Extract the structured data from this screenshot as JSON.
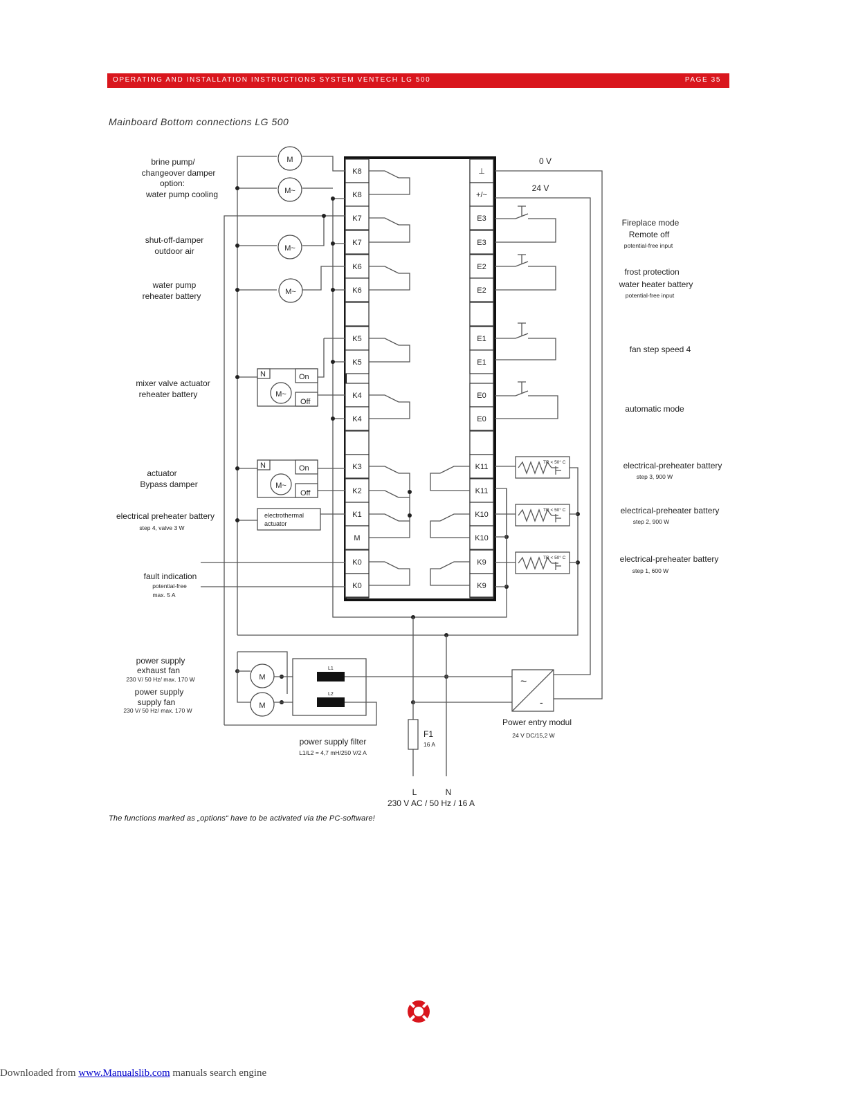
{
  "header": {
    "title": "OPERATING AND INSTALLATION INSTRUCTIONS SYSTEM VENTECH LG 500",
    "page": "PAGE 35",
    "accent_color": "#d9161d"
  },
  "section_title": "Mainboard Bottom connections LG 500",
  "diagram": {
    "left_labels": {
      "brine": [
        "brine pump/",
        "changeover damper",
        "option:",
        "water pump cooling"
      ],
      "shutoff": [
        "shut-off-damper",
        "outdoor air"
      ],
      "waterpump": [
        "water pump",
        "reheater battery"
      ],
      "mixer": [
        "mixer valve actuator",
        "reheater battery"
      ],
      "bypass": [
        "actuator",
        "Bypass damper"
      ],
      "preheater": "electrical preheater battery",
      "preheater_sub": "step 4, valve 3 W",
      "fault": "fault indication",
      "fault_sub": [
        "potential-free",
        "max. 5 A"
      ],
      "psu_exhaust": [
        "power supply",
        "exhaust fan"
      ],
      "psu_exhaust_sub": "230 V/ 50 Hz/ max. 170 W",
      "psu_supply": [
        "power supply",
        "supply fan"
      ],
      "psu_supply_sub": "230 V/ 50 Hz/ max. 170 W"
    },
    "right_labels": {
      "fireplace": [
        "Fireplace mode",
        "Remote off"
      ],
      "fireplace_sub": "potential-free input",
      "frost": [
        "frost protection",
        "water heater battery"
      ],
      "frost_sub": "potential-free input",
      "fanstep": "fan step speed 4",
      "auto": "automatic mode",
      "eph3": "electrical-preheater battery",
      "eph3_sub": "step 3, 900 W",
      "eph2": "electrical-preheater battery",
      "eph2_sub": "step 2, 900 W",
      "eph1": "electrical-preheater battery",
      "eph1_sub": "step 1, 600 W"
    },
    "voltage": {
      "zero": "0 V",
      "v24": "24 V"
    },
    "left_terminals": [
      "K8",
      "K8",
      "K7",
      "K7",
      "K6",
      "K6",
      "K5",
      "K5",
      "K4",
      "K4",
      "K3",
      "K2",
      "K1",
      "M",
      "K0",
      "K0"
    ],
    "right_terminals": [
      "⊥",
      "+/~",
      "E3",
      "E3",
      "E2",
      "E2",
      "E1",
      "E1",
      "E0",
      "E0",
      "K11",
      "K11",
      "K10",
      "K10",
      "K9",
      "K9"
    ],
    "motor": {
      "m": "M",
      "m_ac": "M~"
    },
    "actuator": {
      "n": "N",
      "on": "On",
      "off": "Off"
    },
    "electrothermal": [
      "electrothermal",
      "actuator"
    ],
    "thermostat": "TR < 50° C",
    "filter": {
      "l1": "L1",
      "l2": "L2",
      "label": "power supply filter",
      "sub": "L1/L2 = 4,7 mH/250 V/2 A"
    },
    "fuse": {
      "name": "F1",
      "rating": "16 A"
    },
    "psu": {
      "label": "Power entry modul",
      "sub": "24 V DC/15,2 W",
      "ac": "~",
      "dc": "-"
    },
    "mains": {
      "l": "L",
      "n": "N",
      "spec": "230 V AC / 50 Hz / 16 A"
    }
  },
  "footnote": "The functions marked as „options“ have to be activated via the PC-software!",
  "footer": {
    "prefix": "Downloaded from ",
    "link": "www.Manualslib.com",
    "suffix": " manuals search engine"
  }
}
